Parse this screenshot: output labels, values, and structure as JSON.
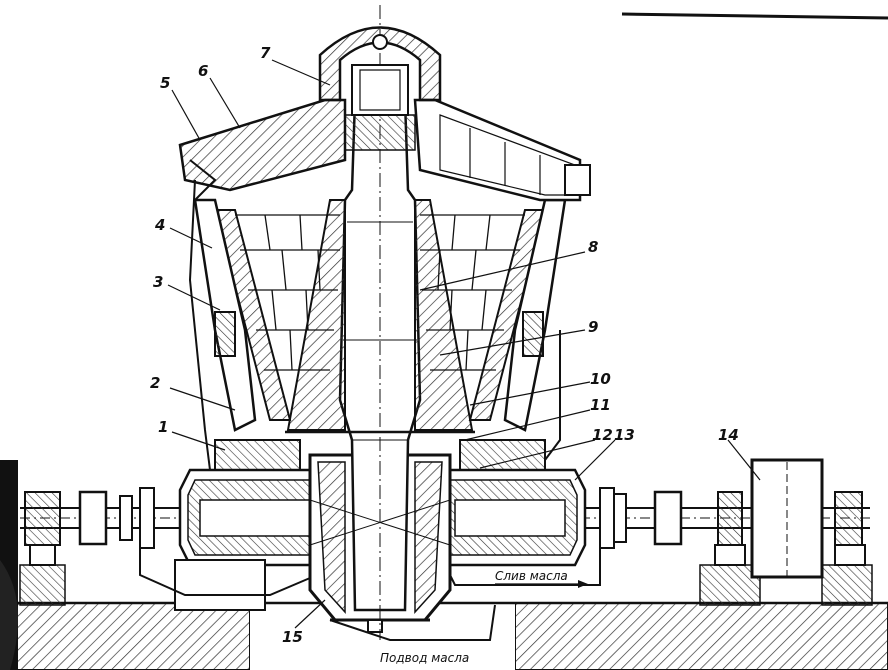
{
  "diagram": {
    "part_labels": [
      "1",
      "2",
      "3",
      "4",
      "5",
      "6",
      "7",
      "8",
      "9",
      "10",
      "11",
      "12",
      "13",
      "14",
      "15"
    ],
    "oil_drain_label": "Слив масла",
    "oil_supply_label": "Подвод масла"
  },
  "colors": {
    "ink": "#111111",
    "hatch": "#333333",
    "paper": "#ffffff"
  }
}
